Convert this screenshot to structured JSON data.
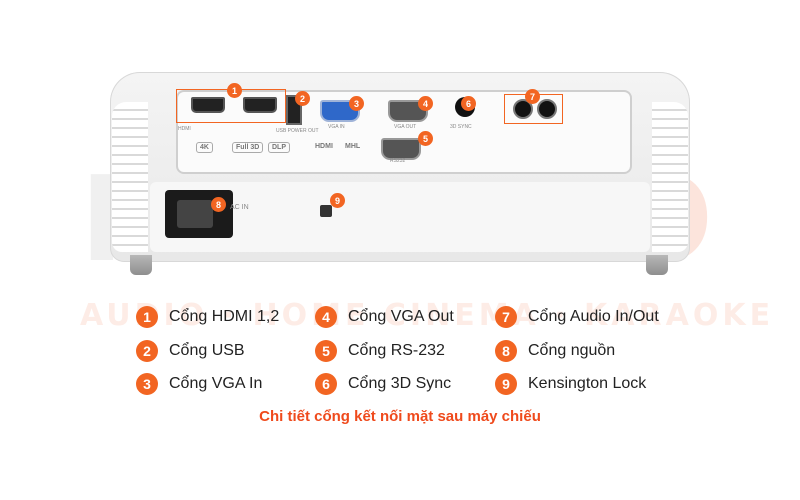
{
  "watermark": {
    "brand_prefix": "HD",
    "brand_main": "RADIO",
    "tagline": "AUDIO · HOME CINEMA · KARAOKE"
  },
  "projector": {
    "hdmi_label": "HDMI",
    "usb_label": "USB POWER OUT",
    "vga_in_label": "VGA IN",
    "vga_out_label": "VGA OUT",
    "sync_label": "3D SYNC",
    "rs232_label": "RS232",
    "ac_label": "AC IN",
    "badges": [
      "4K",
      "Full 3D",
      "DLP",
      "HDMI",
      "MHL"
    ]
  },
  "markers": [
    "1",
    "2",
    "3",
    "4",
    "5",
    "6",
    "7",
    "8",
    "9"
  ],
  "legend": [
    {
      "num": "1",
      "label": "Cổng HDMI 1,2"
    },
    {
      "num": "2",
      "label": "Cổng USB"
    },
    {
      "num": "3",
      "label": "Cổng VGA In"
    },
    {
      "num": "4",
      "label": "Cổng VGA Out"
    },
    {
      "num": "5",
      "label": "Cổng RS-232"
    },
    {
      "num": "6",
      "label": "Cổng 3D Sync"
    },
    {
      "num": "7",
      "label": "Cổng Audio In/Out"
    },
    {
      "num": "8",
      "label": "Cổng nguồn"
    },
    {
      "num": "9",
      "label": "Kensington Lock"
    }
  ],
  "caption": "Chi tiết cổng kết nối mặt sau máy chiếu",
  "colors": {
    "accent": "#f26522",
    "caption": "#ef4a1c"
  }
}
